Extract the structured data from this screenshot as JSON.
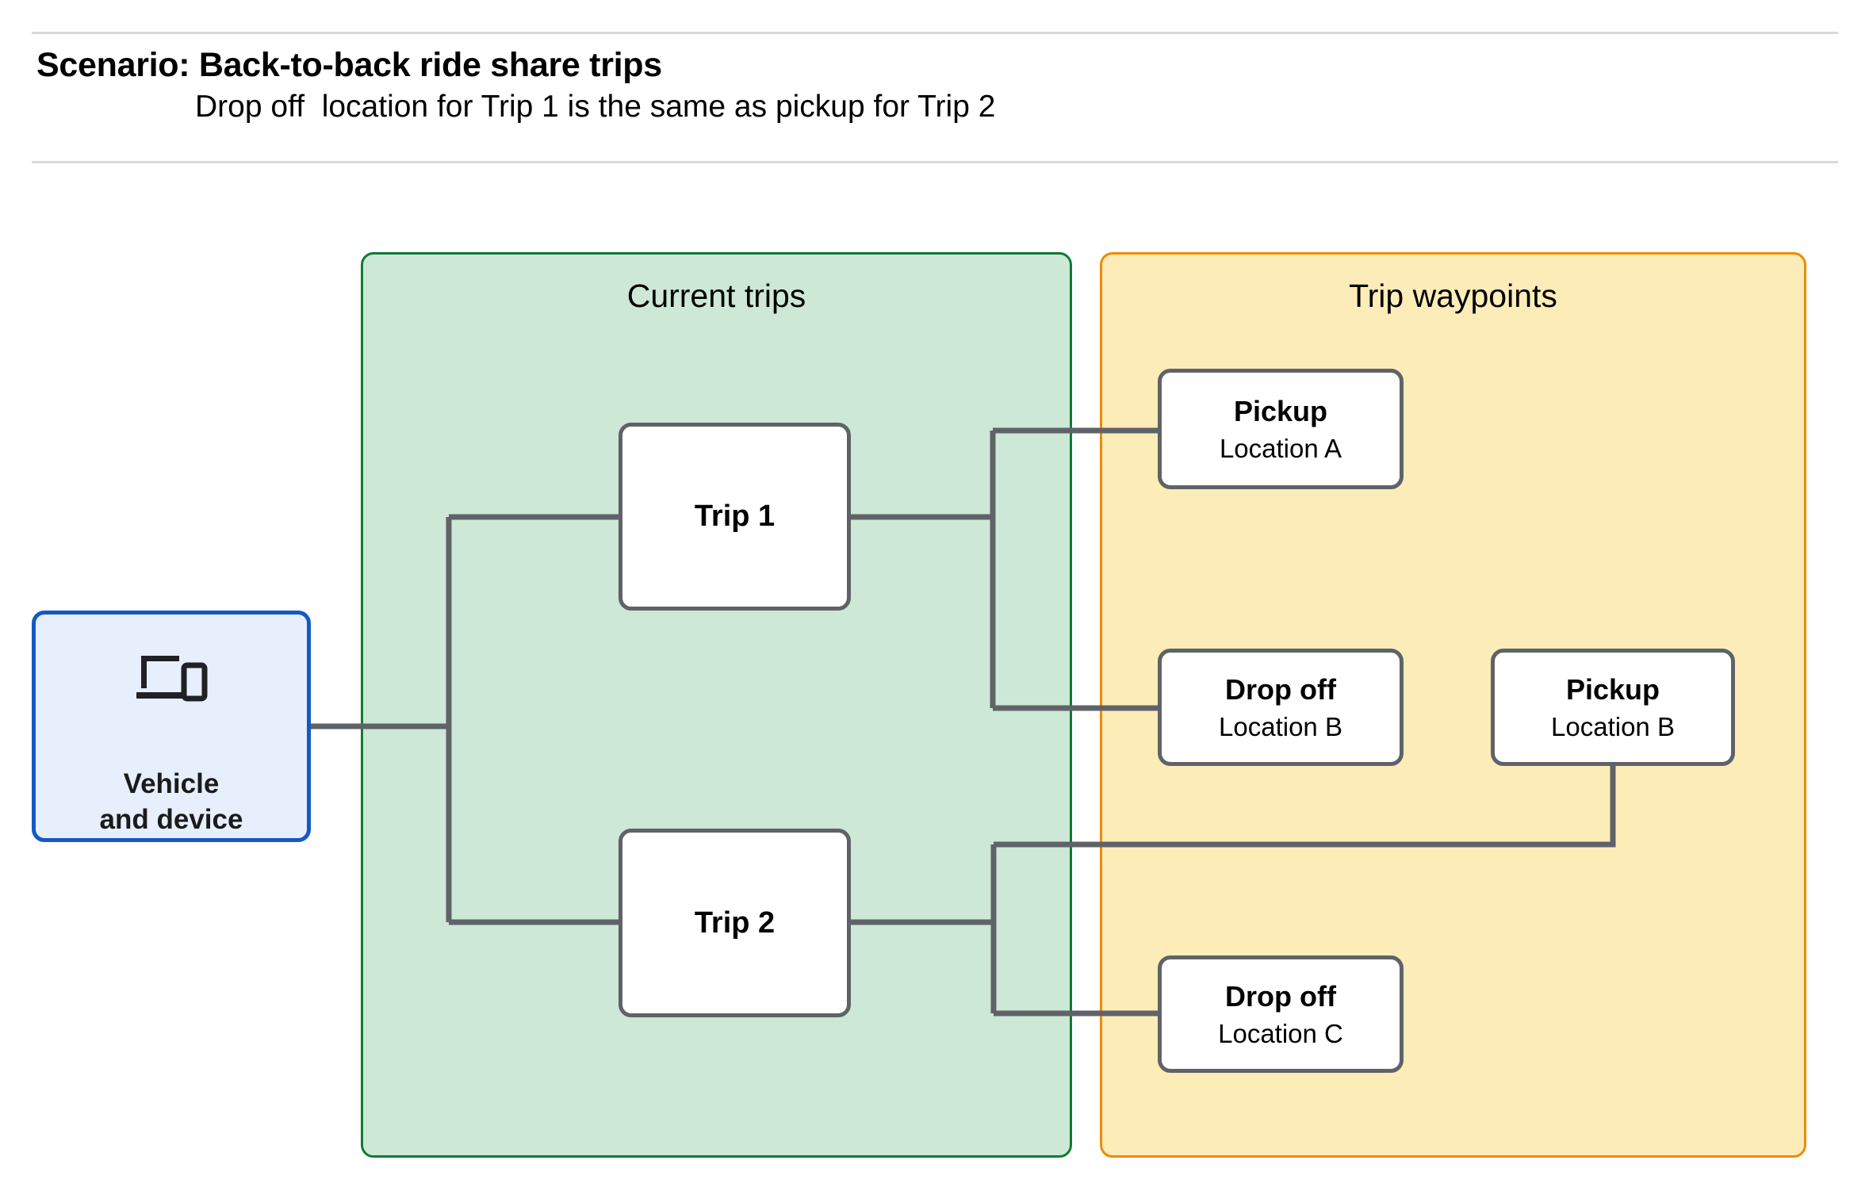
{
  "header": {
    "title": "Scenario: Back-to-back ride share trips",
    "subtitle": "Drop off  location for Trip 1 is the same as pickup for Trip 2"
  },
  "groups": {
    "current_trips": {
      "title": "Current trips",
      "fill": "#cde8d6",
      "border": "#0f7a35"
    },
    "trip_waypoints": {
      "title": "Trip waypoints",
      "fill": "#fcecb8",
      "border": "#f08a00"
    }
  },
  "vehicle": {
    "label": "Vehicle\nand device",
    "icon": "laptop-and-phone-icon",
    "fill": "#e7eefc",
    "border": "#1459c4"
  },
  "trips": [
    {
      "label": "Trip 1"
    },
    {
      "label": "Trip 2"
    }
  ],
  "waypoints": [
    {
      "title": "Pickup",
      "location": "Location A"
    },
    {
      "title": "Drop off",
      "location": "Location B"
    },
    {
      "title": "Pickup",
      "location": "Location B"
    },
    {
      "title": "Drop off",
      "location": "Location C"
    }
  ],
  "colors": {
    "connector": "#5f6368",
    "node_border": "#5f6368",
    "rule": "#d9d9d9",
    "text": "#000000"
  }
}
